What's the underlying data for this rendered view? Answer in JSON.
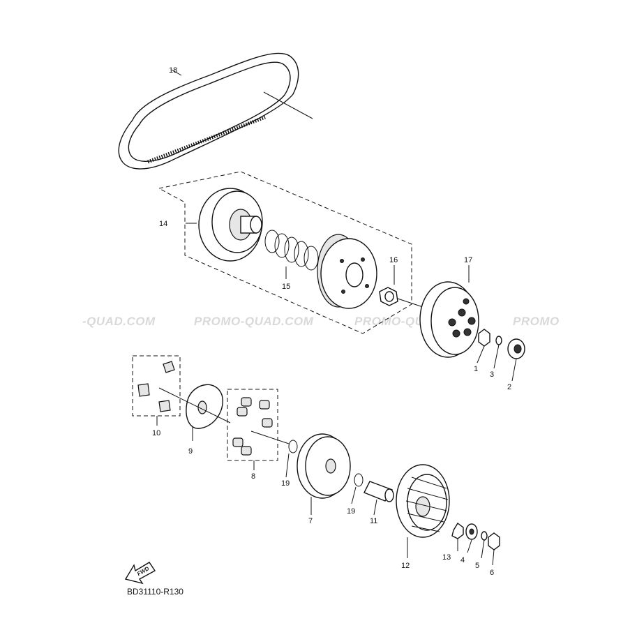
{
  "watermark": {
    "texts": [
      "-QUAD.COM",
      "PROMO-QUAD.COM",
      "PROMO-QUAD.COM",
      "PROMO"
    ]
  },
  "callouts": {
    "c1": "1",
    "c2": "2",
    "c3": "3",
    "c4": "4",
    "c5": "5",
    "c6": "6",
    "c7": "7",
    "c8": "8",
    "c9": "9",
    "c10": "10",
    "c11": "11",
    "c12": "12",
    "c13": "13",
    "c14": "14",
    "c15": "15",
    "c16": "16",
    "c17": "17",
    "c18": "18",
    "c19a": "19",
    "c19b": "19"
  },
  "fwd_label": "FWD",
  "diagram_code": "BD31110-R130"
}
